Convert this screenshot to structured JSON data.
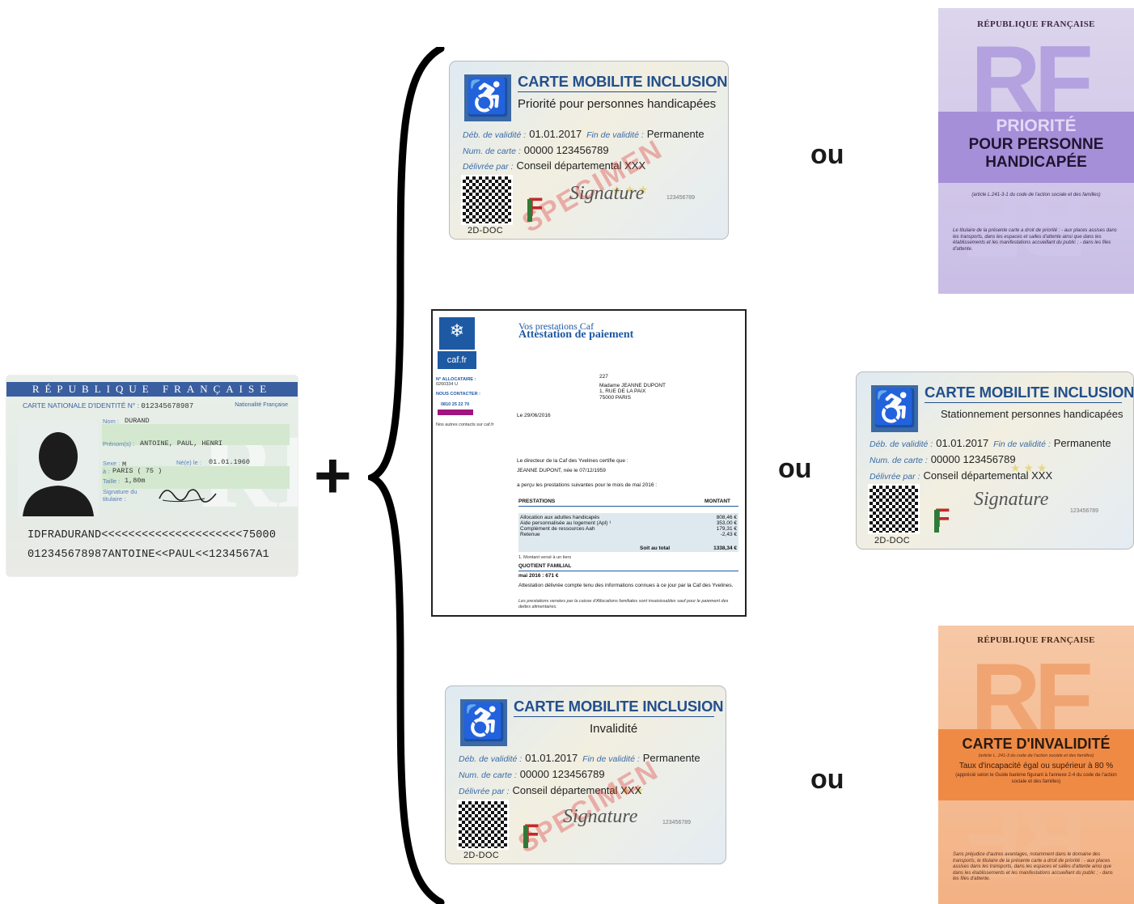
{
  "id_card": {
    "header": "RÉPUBLIQUE FRANÇAISE",
    "card_label": "CARTE NATIONALE D'IDENTITÉ N° :",
    "card_number": "012345678987",
    "nationality": "Nationalité Française",
    "nom_label": "Nom :",
    "nom": "DURAND",
    "prenoms_label": "Prénom(s) :",
    "prenoms": "ANTOINE, PAUL, HENRI",
    "sexe_label": "Sexe :",
    "sexe": "M",
    "ne_label": "Né(e) le :",
    "ne": "01.01.1960",
    "a_label": "à :",
    "lieu": "PARIS ( 75 )",
    "taille_label": "Taille :",
    "taille": "1,80m",
    "signature_label": "Signature du titulaire :",
    "mrz1": "IDFRADURAND<<<<<<<<<<<<<<<<<<<<<75000",
    "mrz2": "012345678987ANTOINE<<PAUL<<1234567A1"
  },
  "plus": "+",
  "cmi_common": {
    "title": "CARTE MOBILITE INCLUSION",
    "deb_label": "Déb. de validité :",
    "deb": "01.01.2017",
    "fin_label": "Fin de validité :",
    "fin": "Permanente",
    "num_label": "Num. de carte :",
    "num": "00000 123456789",
    "delivree_label": "Délivrée par :",
    "delivree": "Conseil départemental XXX",
    "qr_label": "2D-DOC",
    "flag": "F",
    "signature": "Signature",
    "specimen": "SPECIMEN",
    "small_num": "123456789"
  },
  "cmi_priorite": {
    "subtitle": "Priorité pour personnes handicapées"
  },
  "cmi_stationnement": {
    "subtitle": "Stationnement personnes handicapées"
  },
  "cmi_invalidite": {
    "subtitle": "Invalidité"
  },
  "ou": "ou",
  "caf": {
    "header_small": "Vos prestations Caf",
    "header_title": "Attestation de paiement",
    "logo_text": "caf.fr",
    "allocataire_label": "N° ALLOCATAIRE :",
    "allocataire": "0260334 U",
    "contact_label": "NOUS CONTACTER :",
    "contact_phone": "0810 25 22 70",
    "nos_autres": "Nos autres contacts sur caf.fr",
    "addr_num": "227",
    "addr_name": "Madame JEANNE DUPONT",
    "addr_street": "1, RUE DE LA PAIX",
    "addr_city": "75000 PARIS",
    "date": "Le 29/06/2016",
    "intro": "Le directeur de la Caf des Yvelines certifie que :",
    "person": "JEANNE DUPONT, née le 07/12/1959",
    "recu": "a perçu les prestations suivantes pour le mois de mai 2016 :",
    "col_prestations": "PRESTATIONS",
    "col_montant": "MONTANT",
    "rows": [
      {
        "label": "Allocation aux adultes handicapés",
        "amount": "808,46 €"
      },
      {
        "label": "Aide personnalisée au logement (Apl) ¹",
        "amount": "353,00 €"
      },
      {
        "label": "Complément de ressources Aah",
        "amount": "179,31 €"
      },
      {
        "label": "Retenue",
        "amount": "-2,43 €"
      }
    ],
    "total_label": "Soit au total",
    "total": "1338,34 €",
    "note": "1. Montant versé à un tiers",
    "quotient_label": "QUOTIENT FAMILIAL",
    "quotient": "mai 2016 : 671 €",
    "footer1": "Attestation délivrée compte tenu des informations connues à ce jour par la Caf des Yvelines.",
    "footer2": "Les prestations versées par la caisse d'Allocations familiales sont insaisissables sauf pour le paiement des dettes alimentaires."
  },
  "legacy_priorite": {
    "rep": "RÉPUBLIQUE FRANÇAISE",
    "rf": "RF",
    "line1": "PRIORITÉ",
    "line2": "POUR PERSONNE",
    "line3": "HANDICAPÉE",
    "article": "(article L.241-3-1 du code de l'action sociale et des familles)",
    "body": "Le titulaire de la présente carte a droit de priorité : - aux places assises dans les transports, dans les espaces et salles d'attente ainsi que dans les établissements et les manifestations accueillant du public ; - dans les files d'attente."
  },
  "legacy_invalidite": {
    "rep": "RÉPUBLIQUE FRANÇAISE",
    "rf": "RF",
    "title": "CARTE D'INVALIDITÉ",
    "article": "(article L. 241-3 du code de l'action sociale et des familles)",
    "taux": "Taux d'incapacité égal ou supérieur à 80 %",
    "apprecie": "(apprécié selon le Guide barème figurant à l'annexe 2-4 du code de l'action sociale et des familles)",
    "body": "Sans préjudice d'autres avantages, notamment dans le domaine des transports, le titulaire de la présente carte a droit de priorité : - aux places assises dans les transports, dans les espaces et salles d'attente ainsi que dans les établissements et les manifestations accueillant du public ; - dans les files d'attente."
  },
  "colors": {
    "cmi_blue": "#234f8c",
    "caf_blue": "#1d5aa3",
    "priorite_purple": "#b7a6de",
    "invalidite_orange": "#f0a16a"
  }
}
